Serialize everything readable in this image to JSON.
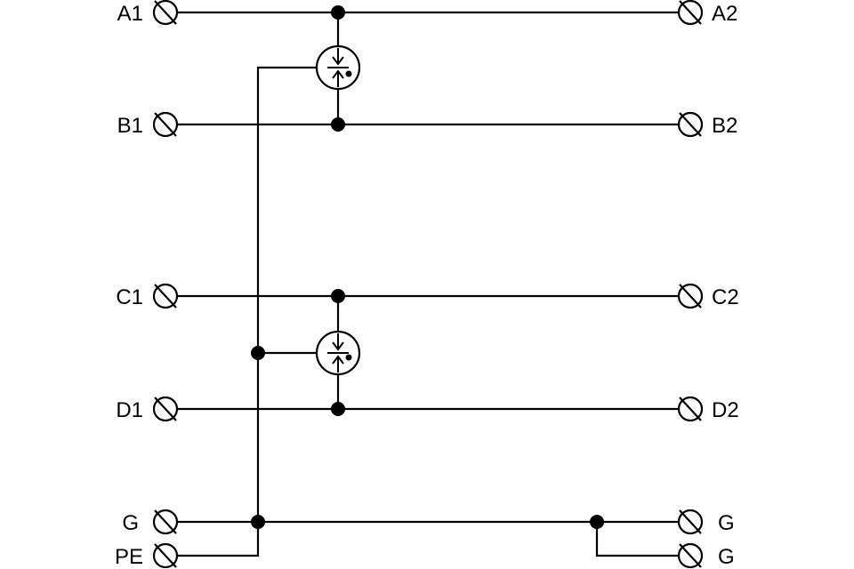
{
  "diagram": {
    "colors": {
      "stroke": "#000000",
      "background": "#ffffff",
      "terminal_fill": "#ffffff"
    },
    "terminals_left": [
      {
        "id": "A1",
        "label": "A1"
      },
      {
        "id": "B1",
        "label": "B1"
      },
      {
        "id": "C1",
        "label": "C1"
      },
      {
        "id": "D1",
        "label": "D1"
      },
      {
        "id": "G_left",
        "label": "G"
      },
      {
        "id": "PE",
        "label": "PE"
      }
    ],
    "terminals_right": [
      {
        "id": "A2",
        "label": "A2"
      },
      {
        "id": "B2",
        "label": "B2"
      },
      {
        "id": "C2",
        "label": "C2"
      },
      {
        "id": "D2",
        "label": "D2"
      },
      {
        "id": "G_right_1",
        "label": "G"
      },
      {
        "id": "G_right_2",
        "label": "G"
      }
    ],
    "components": [
      {
        "id": "arrester-upper",
        "type": "three-electrode-gas-discharge-tube",
        "connects": [
          "A",
          "B",
          "ground"
        ],
        "icon": "gas-discharge-tube-icon"
      },
      {
        "id": "arrester-lower",
        "type": "three-electrode-gas-discharge-tube",
        "connects": [
          "C",
          "D",
          "ground"
        ],
        "icon": "gas-discharge-tube-icon"
      }
    ],
    "terminal_icon": "screw-terminal-icon",
    "junction_icon": "junction-dot-icon"
  }
}
